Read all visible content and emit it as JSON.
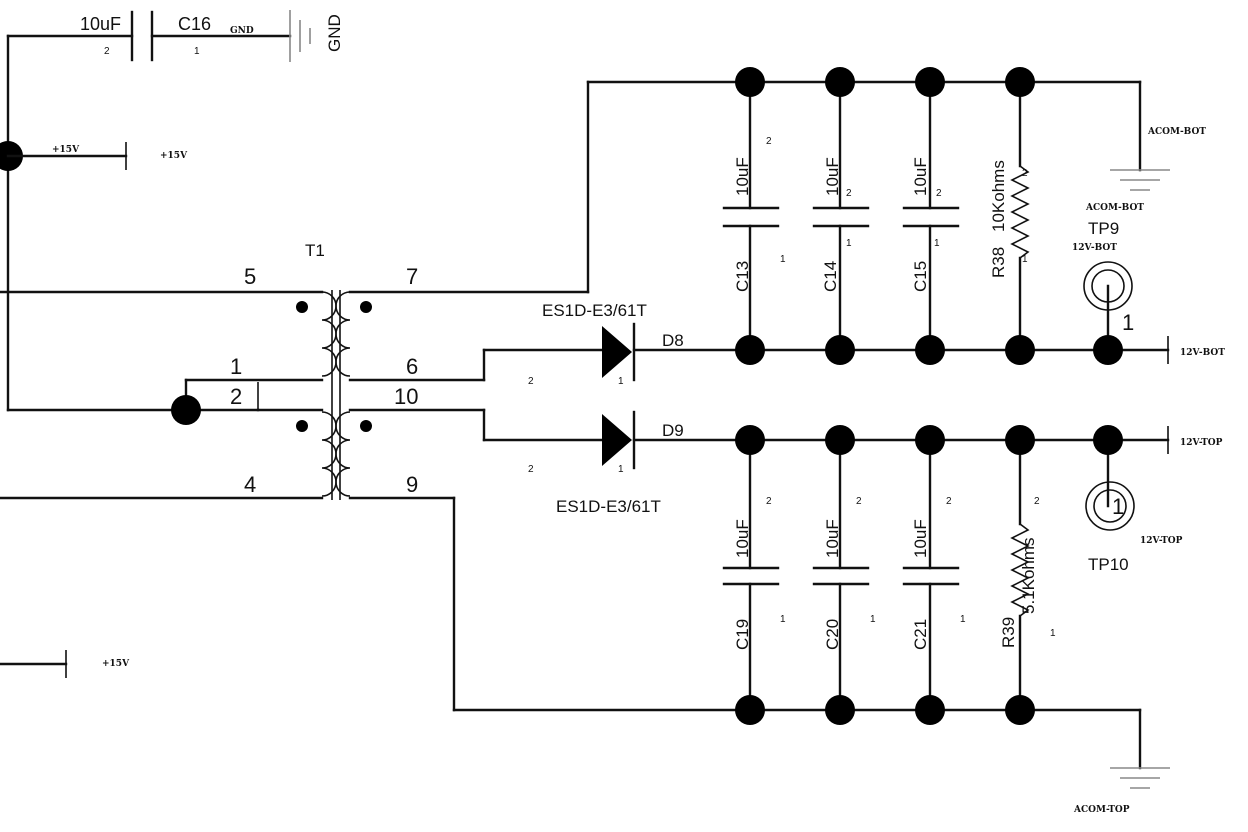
{
  "transformer": {
    "ref": "T1",
    "pins": {
      "p5": "5",
      "p1": "1",
      "p2": "2",
      "p4": "4",
      "p7": "7",
      "p6": "6",
      "p10": "10",
      "p9": "9"
    }
  },
  "top_cap": {
    "value": "10uF",
    "ref": "C16",
    "pin_a": "2",
    "pin_b": "1",
    "gnd_small": "GND",
    "gnd_label": "GND"
  },
  "power": {
    "p15_a": "+15V",
    "p15_b": "+15V",
    "p15_c": "+15V"
  },
  "diodes": [
    {
      "ref": "D8",
      "part": "ES1D-E3/61T",
      "pin_anode": "2",
      "pin_cathode": "1"
    },
    {
      "ref": "D9",
      "part": "ES1D-E3/61T",
      "pin_anode": "2",
      "pin_cathode": "1"
    }
  ],
  "caps_bot": [
    {
      "ref": "C13",
      "value": "10uF",
      "pin_top": "2",
      "pin_bot": "1"
    },
    {
      "ref": "C14",
      "value": "10uF",
      "pin_top": "2",
      "pin_bot": "1"
    },
    {
      "ref": "C15",
      "value": "10uF",
      "pin_top": "2",
      "pin_bot": "1"
    }
  ],
  "caps_top": [
    {
      "ref": "C19",
      "value": "10uF",
      "pin_top": "2",
      "pin_bot": "1"
    },
    {
      "ref": "C20",
      "value": "10uF",
      "pin_top": "2",
      "pin_bot": "1"
    },
    {
      "ref": "C21",
      "value": "10uF",
      "pin_top": "2",
      "pin_bot": "1"
    }
  ],
  "resistors": [
    {
      "ref": "R38",
      "value": "10Kohms",
      "pin_top": "2",
      "pin_bot": "1"
    },
    {
      "ref": "R39",
      "value": "5.1Kohms",
      "pin_top": "2",
      "pin_bot": "1"
    }
  ],
  "testpoints": [
    {
      "ref": "TP9",
      "net": "12V-BOT",
      "pin": "1"
    },
    {
      "ref": "TP10",
      "net": "12V-TOP",
      "pin": "1"
    }
  ],
  "nets": {
    "acom_bot": "ACOM-BOT",
    "acom_bot_symbol": "ACOM-BOT",
    "v12_bot": "12V-BOT",
    "v12_top": "12V-TOP",
    "acom_top": "ACOM-TOP"
  }
}
